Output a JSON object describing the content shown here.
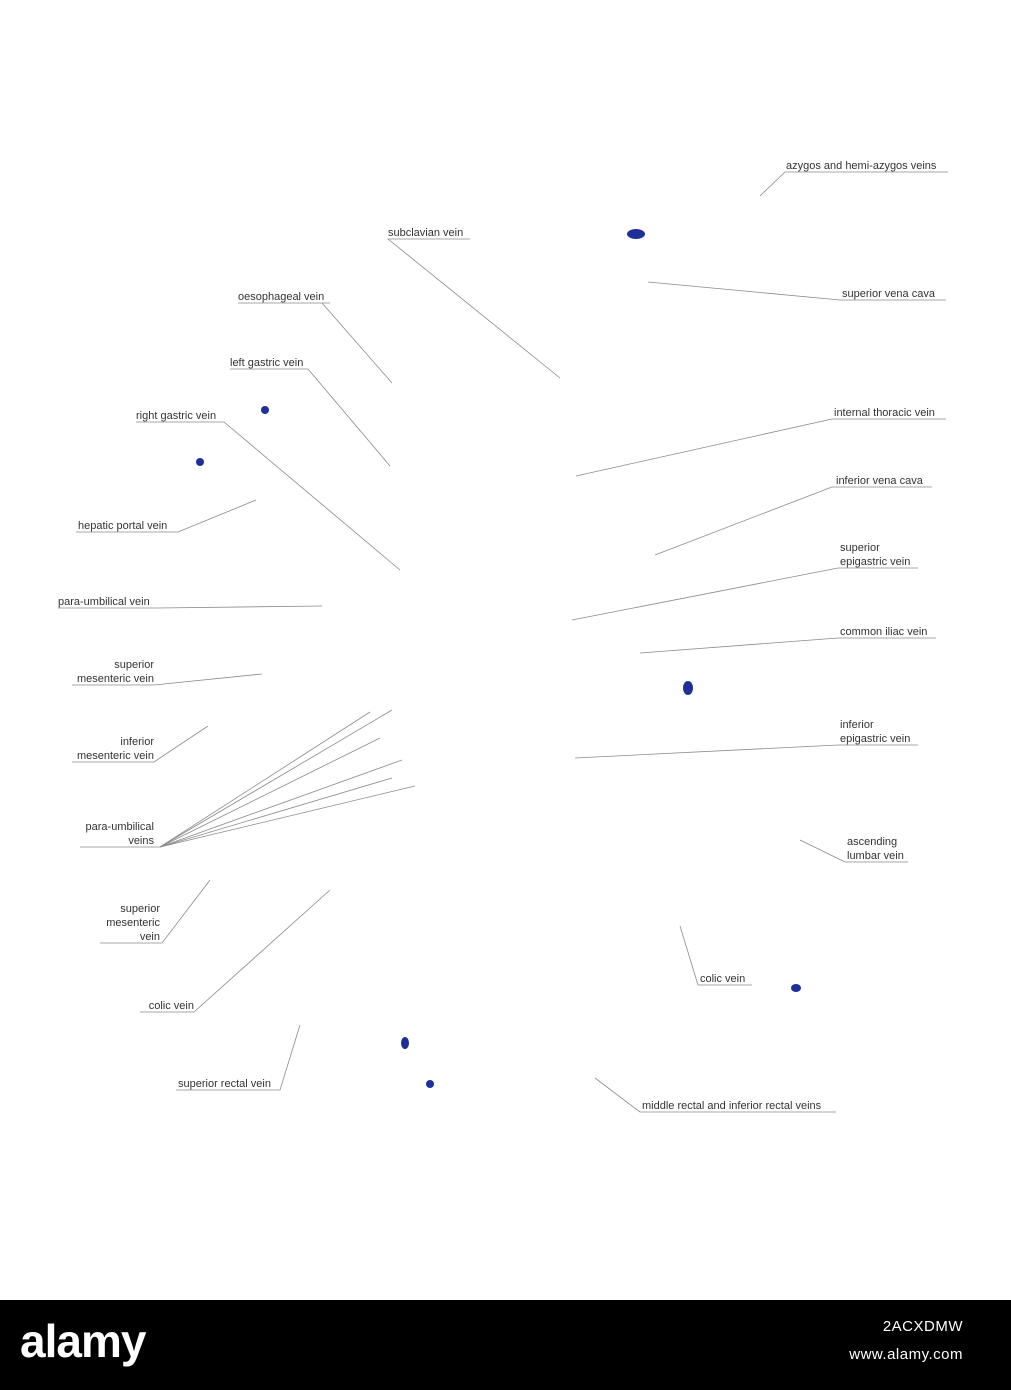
{
  "labels": {
    "azygos": "azygos and hemi-azygos veins",
    "subclavian": "subclavian vein",
    "svc": "superior vena cava",
    "oesophageal": "oesophageal vein",
    "left_gastric": "left gastric vein",
    "internal_thoracic": "internal thoracic vein",
    "right_gastric": "right gastric vein",
    "ivc": "inferior vena cava",
    "hepatic_portal": "hepatic portal vein",
    "sup_epigastric_1": "superior",
    "sup_epigastric_2": "epigastric vein",
    "para_umbilical": "para-umbilical vein",
    "common_iliac": "common iliac vein",
    "sup_mesenteric_a_1": "superior",
    "sup_mesenteric_a_2": "mesenteric vein",
    "inf_mesenteric_1": "inferior",
    "inf_mesenteric_2": "mesenteric vein",
    "inf_epigastric_1": "inferior",
    "inf_epigastric_2": "epigastric vein",
    "para_umbilical_veins_1": "para-umbilical",
    "para_umbilical_veins_2": "veins",
    "ascending_lumbar_1": "ascending",
    "ascending_lumbar_2": "lumbar vein",
    "sup_mesenteric_b_1": "superior",
    "sup_mesenteric_b_2": "mesenteric",
    "sup_mesenteric_b_3": "vein",
    "colic_right": "colic vein",
    "colic_left": "colic vein",
    "superior_rectal": "superior rectal vein",
    "middle_inferior_rectal": "middle rectal and inferior rectal veins"
  },
  "footer": {
    "brand": "alamy",
    "image_id": "2ACXDMW",
    "site": "www.alamy.com"
  },
  "colors": {
    "vein": "#2f4fbe",
    "vein_highlight": "#7f97e6",
    "leader": "#8a8a8a",
    "footer_bg": "#000000"
  }
}
